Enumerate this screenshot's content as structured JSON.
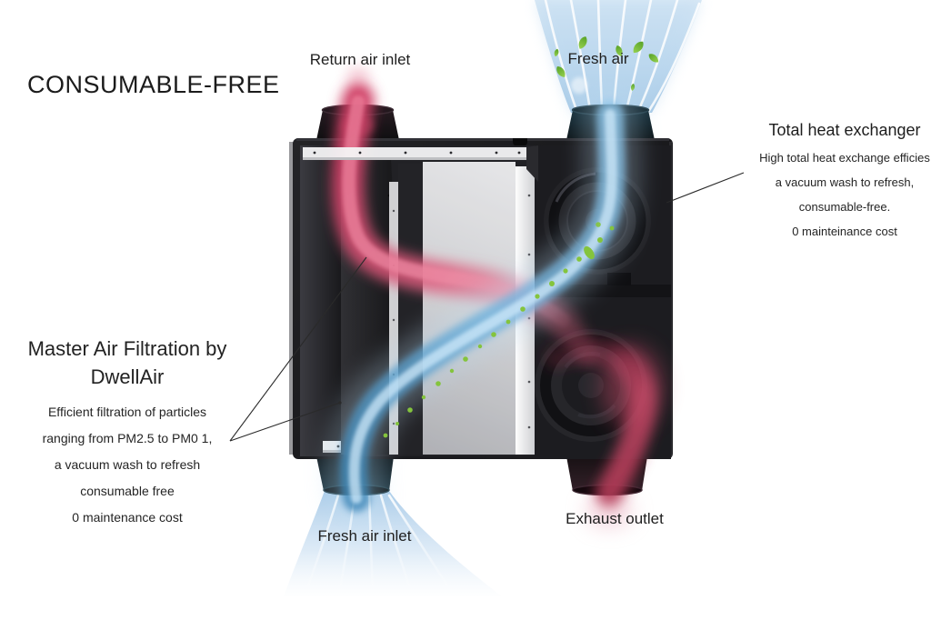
{
  "headline": "CONSUMABLE-FREE",
  "port_labels": {
    "return_air_inlet": "Return air inlet",
    "fresh_air": "Fresh air",
    "fresh_air_inlet": "Fresh air inlet",
    "exhaust_outlet": "Exhaust outlet"
  },
  "left_callout": {
    "title_line1": "Master Air Filtration by",
    "title_line2": "DwellAir",
    "lines": [
      "Efficient filtration of particles",
      "ranging from PM2.5 to PM0 1,",
      "a vacuum wash to refresh",
      "consumable free",
      "0 maintenance cost"
    ]
  },
  "right_callout": {
    "title": "Total heat exchanger",
    "lines": [
      "High total heat exchange efficies",
      "a vacuum wash to refresh,",
      "consumable-free.",
      "0 mainteinance cost"
    ]
  },
  "colors": {
    "flow_red": "#d6496e",
    "flow_blue": "#7bbfe6",
    "leaf_green": "#76b93a",
    "unit_black": "#1a1a1d",
    "text": "#1f1f1f",
    "background": "#ffffff"
  }
}
